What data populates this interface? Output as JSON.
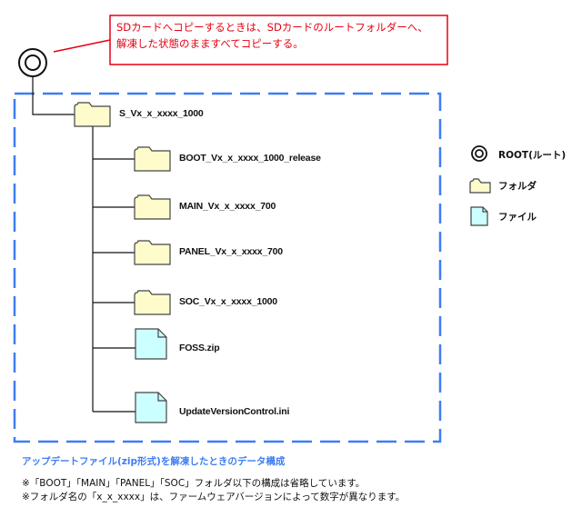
{
  "callout": {
    "line1": "SDカードへコピーするときは、SDカードのルートフォルダーへ、",
    "line2": "解凍した状態のまますべてコピーする。",
    "color": "#e60012"
  },
  "tree": {
    "root": {
      "icon": "root-icon"
    },
    "top_folder": {
      "label": "S_Vx_x_xxxx_1000",
      "icon": "folder-icon"
    },
    "children": [
      {
        "label": "BOOT_Vx_x_xxxx_1000_release",
        "icon": "folder-icon",
        "type": "folder"
      },
      {
        "label": "MAIN_Vx_x_xxxx_700",
        "icon": "folder-icon",
        "type": "folder"
      },
      {
        "label": "PANEL_Vx_x_xxxx_700",
        "icon": "folder-icon",
        "type": "folder"
      },
      {
        "label": "SOC_Vx_x_xxxx_1000",
        "icon": "folder-icon",
        "type": "folder"
      },
      {
        "label": "FOSS.zip",
        "icon": "file-icon",
        "type": "file"
      },
      {
        "label": "UpdateVersionControl.ini",
        "icon": "file-icon",
        "type": "file"
      }
    ]
  },
  "legend": {
    "items": [
      {
        "label": "ROOT(ルート)",
        "icon": "root-icon"
      },
      {
        "label": "フォルダ",
        "icon": "folder-icon"
      },
      {
        "label": "ファイル",
        "icon": "file-icon"
      }
    ]
  },
  "caption": "アップデートファイル(zip形式)を解凍したときのデータ構成",
  "notes": [
    "※「BOOT」「MAIN」「PANEL」「SOC」フォルダ以下の構成は省略しています。",
    "※フォルダ名の「x_x_xxxx」は、ファームウェアバージョンによって数字が異なります。"
  ],
  "colors": {
    "dashed_box": "#3f7df3",
    "folder_fill": "#fffccc",
    "file_fill": "#ccffff",
    "caption": "#3f7df3"
  }
}
